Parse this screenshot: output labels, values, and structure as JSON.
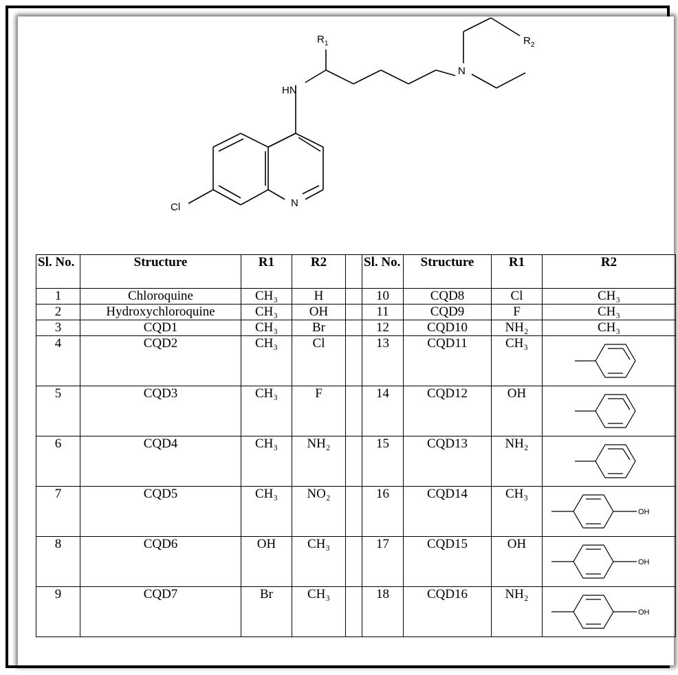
{
  "molecule": {
    "labels": {
      "r1": "R",
      "r1_sub": "1",
      "r2": "R",
      "r2_sub": "2",
      "hn": "HN",
      "n_amine": "N",
      "n_ring": "N",
      "cl": "Cl"
    }
  },
  "table": {
    "headers": [
      "Sl. No.",
      "Structure",
      "R1",
      "R2",
      "",
      "Sl. No.",
      "Structure",
      "R1",
      "R2"
    ],
    "rows": [
      {
        "sl1": "1",
        "s1": "Chloroquine",
        "r1a": "CH₃",
        "r2a": "H",
        "sl2": "10",
        "s2": "CQD8",
        "r1b": "Cl",
        "r2b": "CH₃"
      },
      {
        "sl1": "2",
        "s1": "Hydroxychloroquine",
        "r1a": "CH₃",
        "r2a": "OH",
        "sl2": "11",
        "s2": "CQD9",
        "r1b": "F",
        "r2b": "CH₃"
      },
      {
        "sl1": "3",
        "s1": "CQD1",
        "r1a": "CH₃",
        "r2a": "Br",
        "sl2": "12",
        "s2": "CQD10",
        "r1b": "NH₂",
        "r2b": "CH₃"
      },
      {
        "sl1": "4",
        "s1": "CQD2",
        "r1a": "CH₃",
        "r2a": "Cl",
        "sl2": "13",
        "s2": "CQD11",
        "r1b": "CH₃",
        "r2b": "phenyl"
      },
      {
        "sl1": "5",
        "s1": "CQD3",
        "r1a": "CH₃",
        "r2a": "F",
        "sl2": "14",
        "s2": "CQD12",
        "r1b": "OH",
        "r2b": "phenyl"
      },
      {
        "sl1": "6",
        "s1": "CQD4",
        "r1a": "CH₃",
        "r2a": "NH₂",
        "sl2": "15",
        "s2": "CQD13",
        "r1b": "NH₂",
        "r2b": "phenyl"
      },
      {
        "sl1": "7",
        "s1": "CQD5",
        "r1a": "CH₃",
        "r2a": "NO₂",
        "sl2": "16",
        "s2": "CQD14",
        "r1b": "CH₃",
        "r2b": "hydroxyphenyl"
      },
      {
        "sl1": "8",
        "s1": "CQD6",
        "r1a": "OH",
        "r2a": "CH₃",
        "sl2": "17",
        "s2": "CQD15",
        "r1b": "OH",
        "r2b": "hydroxyphenyl"
      },
      {
        "sl1": "9",
        "s1": "CQD7",
        "r1a": "Br",
        "r2a": "CH₃",
        "sl2": "18",
        "s2": "CQD16",
        "r1b": "NH₂",
        "r2b": "hydroxyphenyl"
      }
    ],
    "oh_label": "OH"
  }
}
